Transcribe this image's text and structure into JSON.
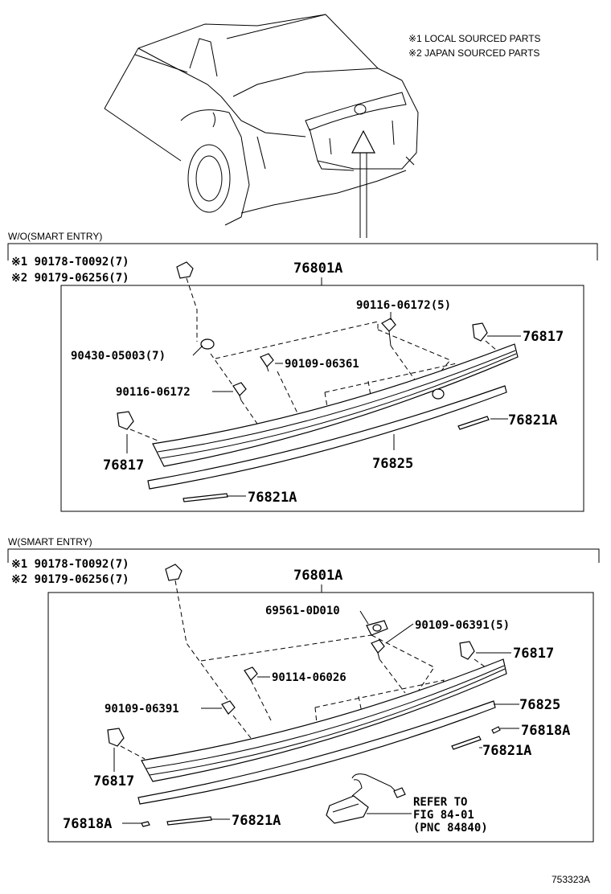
{
  "notes": {
    "note1": "※1 LOCAL SOURCED PARTS",
    "note2": "※2 JAPAN SOURCED PARTS"
  },
  "section_top": {
    "heading": "W/O(SMART ENTRY)",
    "ref1": "※1 90178-T0092(7)",
    "ref2": "※2 90179-06256(7)",
    "assembly": "76801A",
    "p_90116_5": "90116-06172(5)",
    "p_76817_r": "76817",
    "p_90430": "90430-05003(7)",
    "p_90109": "90109-06361",
    "p_90116": "90116-06172",
    "p_76821A_r": "76821A",
    "p_76817_l": "76817",
    "p_76825": "76825",
    "p_76821A_b": "76821A"
  },
  "section_bottom": {
    "heading": "W(SMART ENTRY)",
    "ref1": "※1 90178-T0092(7)",
    "ref2": "※2 90179-06256(7)",
    "assembly": "76801A",
    "p_69561": "69561-0D010",
    "p_90109_5": "90109-06391(5)",
    "p_76817_r": "76817",
    "p_90114": "90114-06026",
    "p_76825": "76825",
    "p_90109": "90109-06391",
    "p_76818A_r": "76818A",
    "p_76821A_r": "76821A",
    "p_76817_l": "76817",
    "refer1": "REFER TO",
    "refer2": "FIG 84-01",
    "refer3": "(PNC 84840)",
    "p_76818A_l": "76818A",
    "p_76821A_b": "76821A"
  },
  "figure_id": "753323A"
}
